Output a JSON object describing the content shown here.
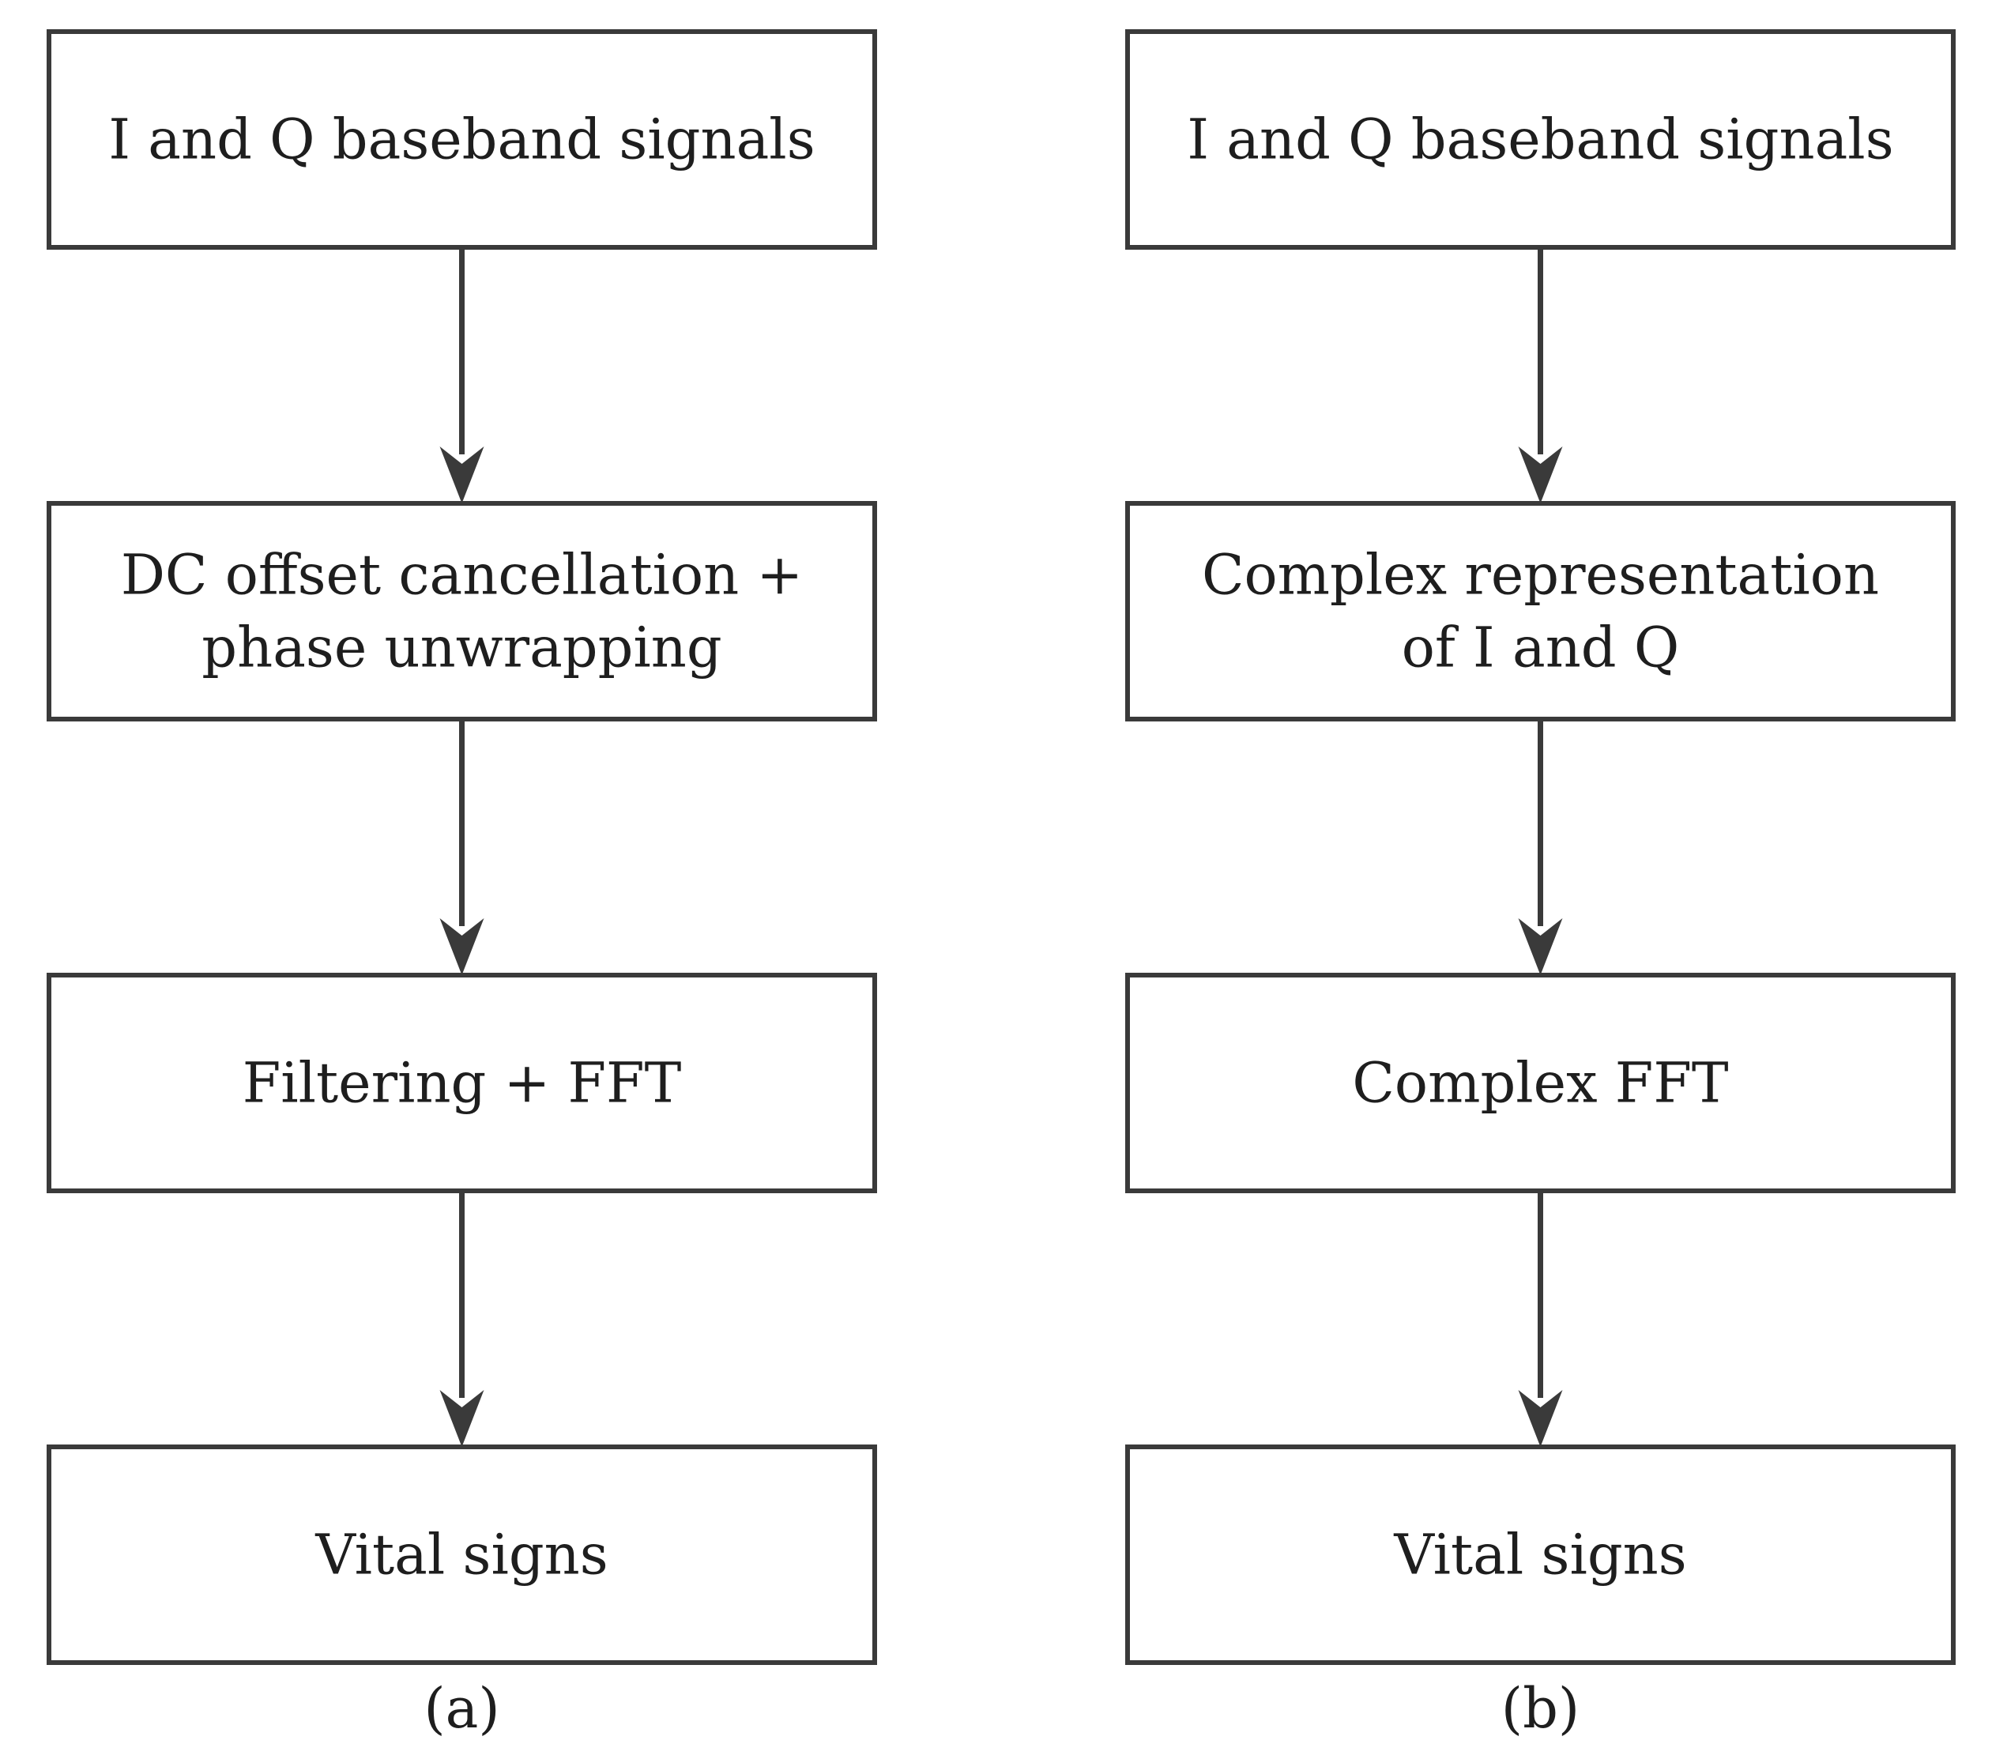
{
  "flows": [
    {
      "id": "a",
      "caption": "(a)",
      "steps": [
        [
          "I and Q baseband signals"
        ],
        [
          "DC offset cancellation +",
          "phase unwrapping"
        ],
        [
          "Filtering + FFT"
        ],
        [
          "Vital signs"
        ]
      ]
    },
    {
      "id": "b",
      "caption": "(b)",
      "steps": [
        [
          "I and Q baseband signals"
        ],
        [
          "Complex representation",
          "of I and Q"
        ],
        [
          "Complex FFT"
        ],
        [
          "Vital signs"
        ]
      ]
    }
  ],
  "colors": {
    "stroke": "#3a3a3a",
    "text": "#1e1e1e",
    "background": "#ffffff"
  }
}
